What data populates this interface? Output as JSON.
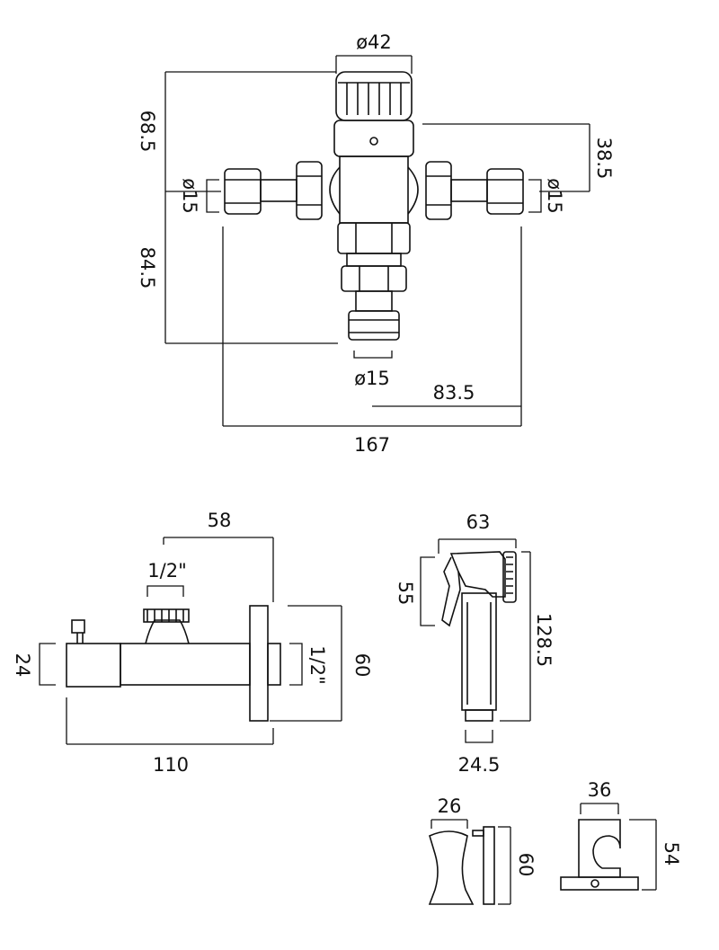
{
  "dimensions": {
    "valve_top_diameter": "ø42",
    "valve_height_upper": "68.5",
    "valve_offset_right": "38.5",
    "inlet_left_diameter": "ø15",
    "inlet_right_diameter": "ø15",
    "valve_height_lower": "84.5",
    "outlet_diameter": "ø15",
    "half_width": "83.5",
    "total_width": "167",
    "stopvalve_depth": "58",
    "stopvalve_top_thread": "1/2\"",
    "stopvalve_handle_height": "24",
    "stopvalve_side_thread": "1/2\"",
    "stopvalve_flange_height": "60",
    "stopvalve_length": "110",
    "spray_depth": "63",
    "spray_trigger_height": "55",
    "spray_length": "128.5",
    "spray_base_width": "24.5",
    "holder_depth": "26",
    "holder_height": "60",
    "bracket_top_width": "36",
    "bracket_height": "54"
  }
}
